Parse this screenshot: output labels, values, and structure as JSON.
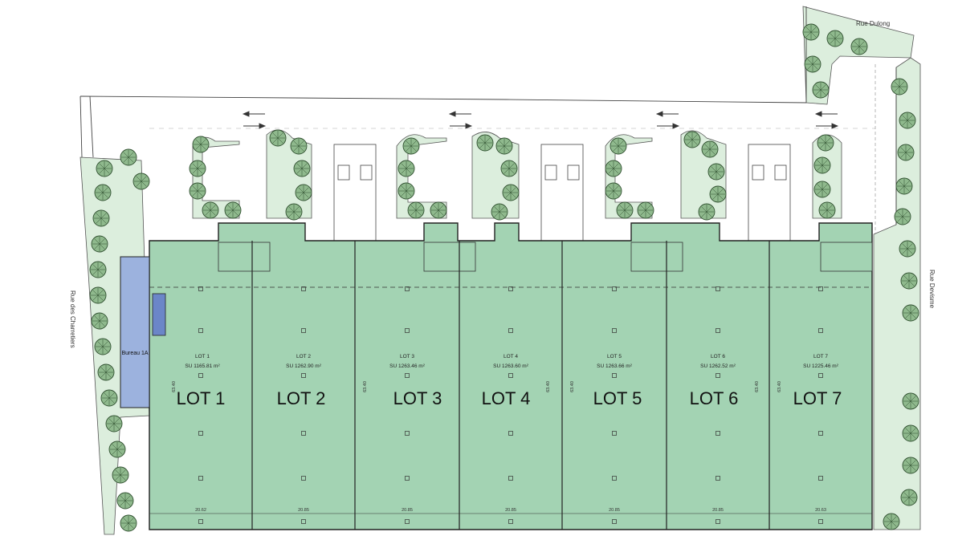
{
  "streets": {
    "dulong": "Rue Dulong",
    "devisme": "Rue Devisme",
    "charretiers": "Rue des Charretiers"
  },
  "office": {
    "label": "Bureau 1A"
  },
  "lots": [
    {
      "small": "LOT 1",
      "area": "SU 1165.81 m²",
      "big": "LOT 1",
      "width": "20.62"
    },
    {
      "small": "LOT 2",
      "area": "SU 1262.90 m²",
      "big": "LOT 2",
      "width": "20.85"
    },
    {
      "small": "LOT 3",
      "area": "SU 1263.46 m²",
      "big": "LOT 3",
      "width": "20.85"
    },
    {
      "small": "LOT 4",
      "area": "SU 1263.60 m²",
      "big": "LOT 4",
      "width": "20.85"
    },
    {
      "small": "LOT 5",
      "area": "SU 1263.66 m²",
      "big": "LOT 5",
      "width": "20.85"
    },
    {
      "small": "LOT 6",
      "area": "SU 1262.52 m²",
      "big": "LOT 6",
      "width": "20.85"
    },
    {
      "small": "LOT 7",
      "area": "SU 1225.46 m²",
      "big": "LOT 7",
      "width": "20.63"
    }
  ],
  "depth_label": "63.40",
  "colors": {
    "building": "#a3d3b3",
    "green_strip": "#dceedd",
    "office": "#9cb2de",
    "tree_fill": "#8fb98d",
    "tree_stroke": "#2f4f2f",
    "lines": "#222222"
  }
}
